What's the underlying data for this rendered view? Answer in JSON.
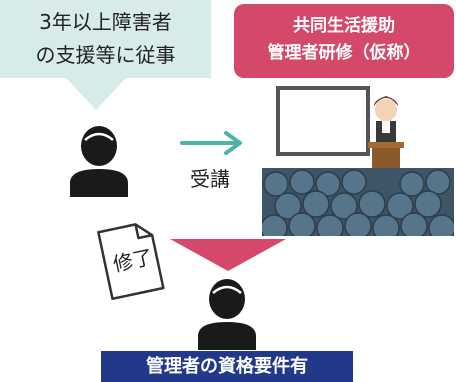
{
  "requirement_bubble": {
    "line1": "3年以上障害者",
    "line2": "の支援等に従事"
  },
  "training_box": {
    "line1": "共同生活援助",
    "line2": "管理者研修（仮称）"
  },
  "attend_label": "受講",
  "certificate_label": "修了",
  "result_banner": "管理者の資格要件有",
  "colors": {
    "bubble_bg": "#d7ecea",
    "training_box_bg": "#d4486a",
    "teal_arrow": "#4bb3a7",
    "pink_arrow": "#d4486a",
    "banner_bg": "#22398a",
    "person": "#1a1a1a"
  }
}
